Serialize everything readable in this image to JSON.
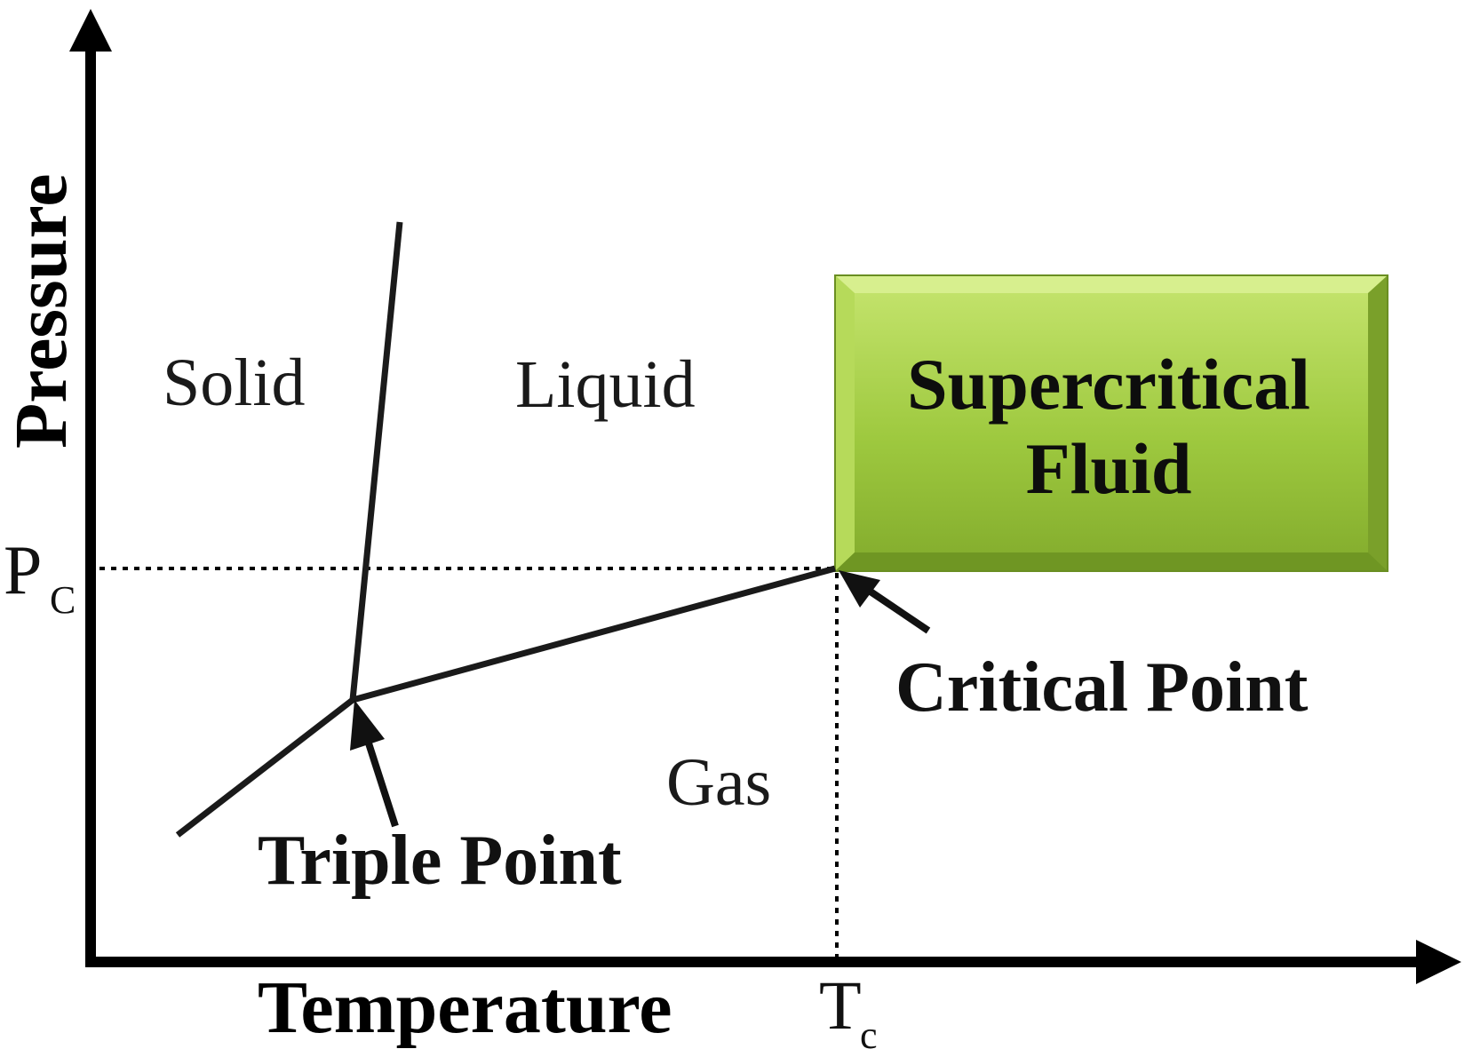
{
  "axes": {
    "x_title": "Temperature",
    "y_title": "Pressure"
  },
  "ticks": {
    "pc_main": "P",
    "pc_sub": "C",
    "tc_main": "T",
    "tc_sub": "c"
  },
  "regions": {
    "solid": "Solid",
    "liquid": "Liquid",
    "gas": "Gas"
  },
  "supercritical": {
    "line1": "Supercritical",
    "line2": "Fluid",
    "fill_color": "#9ec93f",
    "highlight_color": "#c6e56f",
    "shadow_color": "#6f9623"
  },
  "points": {
    "triple": "Triple Point",
    "critical": "Critical Point"
  }
}
